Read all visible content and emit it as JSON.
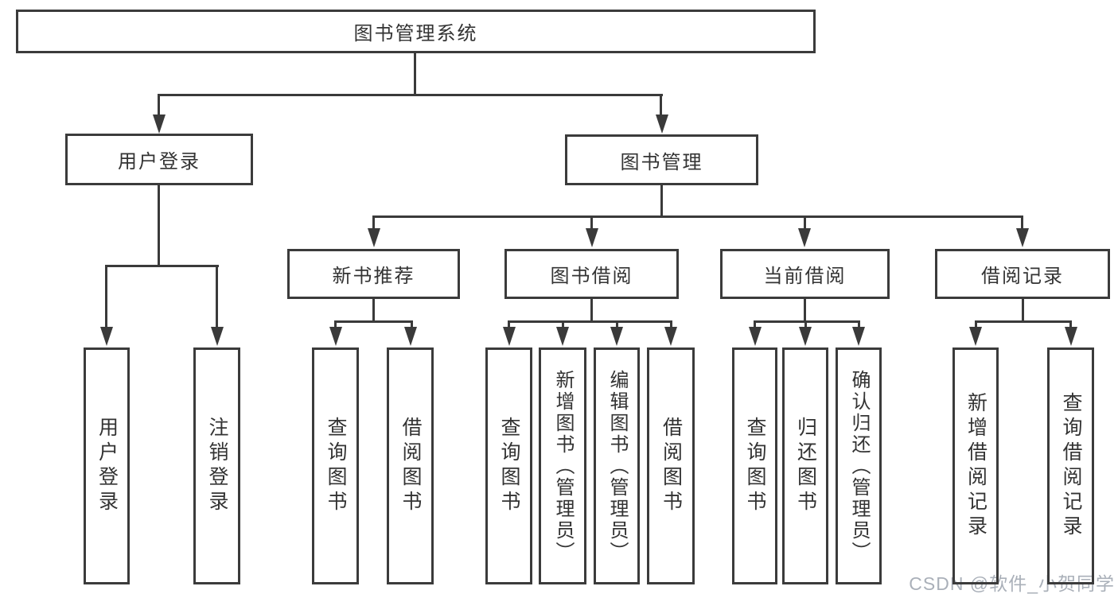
{
  "diagram": {
    "root": "图书管理系统",
    "level2": {
      "user_login": "用户登录",
      "book_management": "图书管理"
    },
    "level3": {
      "new_book_recommend": "新书推荐",
      "book_borrowing": "图书借阅",
      "current_borrowing": "当前借阅",
      "borrowing_records": "借阅记录"
    },
    "leaves": {
      "user_login": "用户登录",
      "logout_login": "注销登录",
      "query_book_recommend": "查询图书",
      "borrow_book_recommend": "借阅图书",
      "query_book_borrowing": "查询图书",
      "add_book_admin": "新增图书（管理员）",
      "edit_book_admin": "编辑图书（管理员）",
      "borrow_book_borrowing": "借阅图书",
      "query_book_current": "查询图书",
      "return_book": "归还图书",
      "confirm_return_admin": "确认归还（管理员）",
      "add_borrow_record": "新增借阅记录",
      "query_borrow_record": "查询借阅记录"
    }
  },
  "watermark": "CSDN @软件_小贺同学",
  "colors": {
    "line": "#3a3a3a",
    "text": "#333333",
    "watermark": "#aab0b9",
    "background": "#ffffff"
  }
}
